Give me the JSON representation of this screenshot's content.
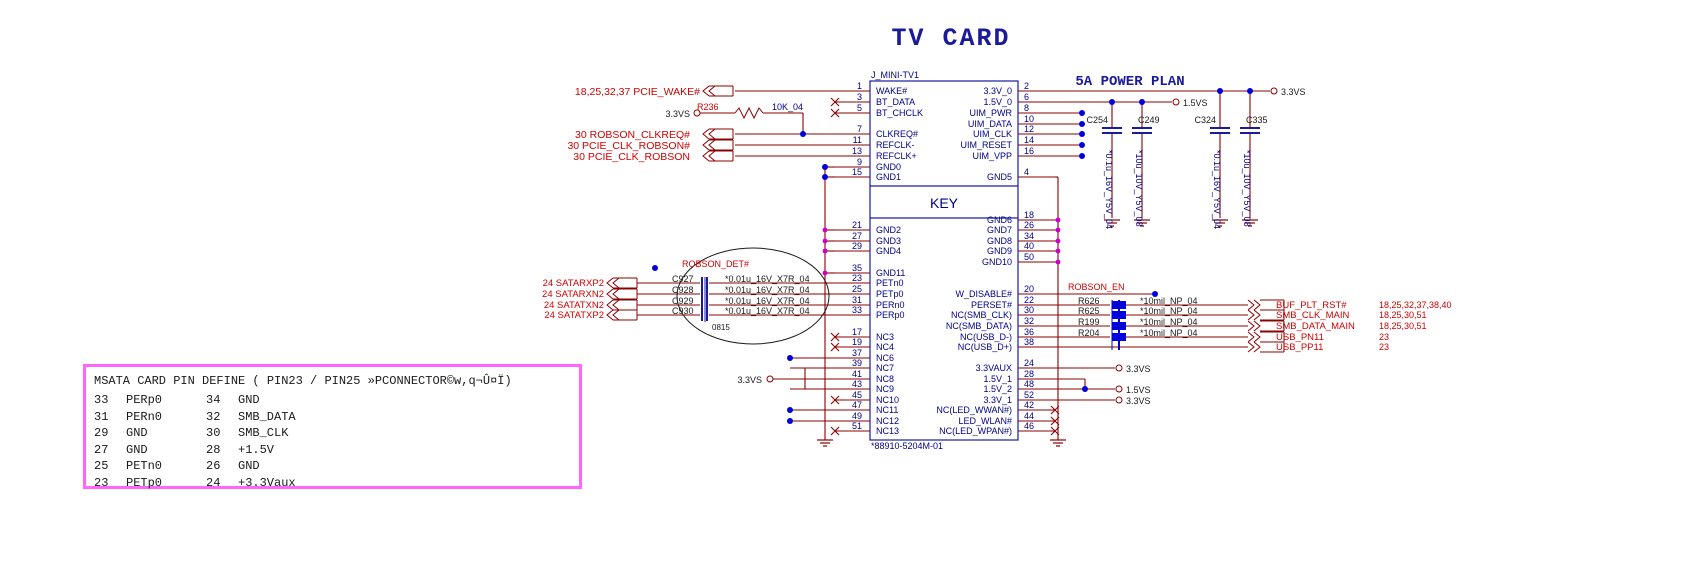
{
  "title": "TV CARD",
  "power_plan": "5A POWER PLAN",
  "connector": {
    "ref": "J_MINI-TV1",
    "part": "*88910-5204M-01",
    "key": "KEY",
    "left_pins": [
      {
        "num": "1",
        "name": "WAKE#"
      },
      {
        "num": "3",
        "name": "BT_DATA"
      },
      {
        "num": "5",
        "name": "BT_CHCLK"
      },
      {
        "num": "7",
        "name": "CLKREQ#"
      },
      {
        "num": "11",
        "name": "REFCLK-"
      },
      {
        "num": "13",
        "name": "REFCLK+"
      },
      {
        "num": "9",
        "name": "GND0"
      },
      {
        "num": "15",
        "name": "GND1"
      },
      {
        "num": "21",
        "name": "GND2"
      },
      {
        "num": "27",
        "name": "GND3"
      },
      {
        "num": "29",
        "name": "GND4"
      },
      {
        "num": "35",
        "name": "GND11"
      },
      {
        "num": "23",
        "name": "PETn0"
      },
      {
        "num": "25",
        "name": "PETp0"
      },
      {
        "num": "31",
        "name": "PERn0"
      },
      {
        "num": "33",
        "name": "PERp0"
      },
      {
        "num": "17",
        "name": "NC3"
      },
      {
        "num": "19",
        "name": "NC4"
      },
      {
        "num": "37",
        "name": "NC6"
      },
      {
        "num": "39",
        "name": "NC7"
      },
      {
        "num": "41",
        "name": "NC8"
      },
      {
        "num": "43",
        "name": "NC9"
      },
      {
        "num": "45",
        "name": "NC10"
      },
      {
        "num": "47",
        "name": "NC11"
      },
      {
        "num": "49",
        "name": "NC12"
      },
      {
        "num": "51",
        "name": "NC13"
      }
    ],
    "right_pins": [
      {
        "num": "2",
        "name": "3.3V_0"
      },
      {
        "num": "6",
        "name": "1.5V_0"
      },
      {
        "num": "8",
        "name": "UIM_PWR"
      },
      {
        "num": "10",
        "name": "UIM_DATA"
      },
      {
        "num": "12",
        "name": "UIM_CLK"
      },
      {
        "num": "14",
        "name": "UIM_RESET"
      },
      {
        "num": "16",
        "name": "UIM_VPP"
      },
      {
        "num": "4",
        "name": "GND5"
      },
      {
        "num": "18",
        "name": "GND6"
      },
      {
        "num": "26",
        "name": "GND7"
      },
      {
        "num": "34",
        "name": "GND8"
      },
      {
        "num": "40",
        "name": "GND9"
      },
      {
        "num": "50",
        "name": "GND10"
      },
      {
        "num": "20",
        "name": "W_DISABLE#"
      },
      {
        "num": "22",
        "name": "PERSET#"
      },
      {
        "num": "30",
        "name": "NC(SMB_CLK)"
      },
      {
        "num": "32",
        "name": "NC(SMB_DATA)"
      },
      {
        "num": "36",
        "name": "NC(USB_D-)"
      },
      {
        "num": "38",
        "name": "NC(USB_D+)"
      },
      {
        "num": "24",
        "name": "3.3VAUX"
      },
      {
        "num": "28",
        "name": "1.5V_1"
      },
      {
        "num": "48",
        "name": "1.5V_2"
      },
      {
        "num": "52",
        "name": "3.3V_1"
      },
      {
        "num": "42",
        "name": "NC(LED_WWAN#)"
      },
      {
        "num": "44",
        "name": "LED_WLAN#"
      },
      {
        "num": "46",
        "name": "NC(LED_WPAN#)"
      }
    ]
  },
  "left_nets": {
    "wake_refs": "18,25,32,37",
    "wake": "PCIE_WAKE#",
    "pullup_rail": "3.3VS",
    "r236": "R236",
    "r236_val": "10K_04",
    "clkreq_ref": "30",
    "clkreq": "ROBSON_CLKREQ#",
    "clkn_ref": "30",
    "clkn": "PCIE_CLK_ROBSON#",
    "clkp_ref": "30",
    "clkp": "PCIE_CLK_ROBSON"
  },
  "sata": {
    "group": "ROBSON_DET#",
    "note": "0815",
    "rows": [
      {
        "ref": "24",
        "net": "SATARXP2",
        "cap": "C927",
        "val": "*0.01u_16V_X7R_04"
      },
      {
        "ref": "24",
        "net": "SATARXN2",
        "cap": "C928",
        "val": "*0.01u_16V_X7R_04"
      },
      {
        "ref": "24",
        "net": "SATATXN2",
        "cap": "C929",
        "val": "*0.01u_16V_X7R_04"
      },
      {
        "ref": "24",
        "net": "SATATXP2",
        "cap": "C930",
        "val": "*0.01u_16V_X7R_04"
      }
    ]
  },
  "nc_rail": "3.3VS",
  "right_nets": {
    "robson_en": "ROBSON_EN",
    "rows": [
      {
        "res": "R626",
        "val": "*10mil_NP_04",
        "net": "BUF_PLT_RST#",
        "refs": "18,25,32,37,38,40"
      },
      {
        "res": "R625",
        "val": "*10mil_NP_04",
        "net": "SMB_CLK_MAIN",
        "refs": "18,25,30,51"
      },
      {
        "res": "R199",
        "val": "*10mil_NP_04",
        "net": "SMB_DATA_MAIN",
        "refs": "18,25,30,51"
      },
      {
        "res": "R204",
        "val": "*10mil_NP_04",
        "net": "USB_PN11",
        "refs": "23"
      },
      {
        "res": "",
        "val": "",
        "net": "USB_PP11",
        "refs": "23"
      }
    ],
    "rail_3v3_a": "3.3VS",
    "rail_1v5": "1.5VS",
    "rail_3v3_b": "3.3VS"
  },
  "power": {
    "rail_1v5": "1.5VS",
    "rail_3v3": "3.3VS",
    "caps": [
      {
        "ref": "C254",
        "val": "*0.1u_16V_Y5V_04"
      },
      {
        "ref": "C249",
        "val": "*10u_10V_Y5V_08"
      },
      {
        "ref": "C324",
        "val": "*0.1u_16V_Y5V_04"
      },
      {
        "ref": "C335",
        "val": "*10u_10V_Y5V_08"
      }
    ]
  },
  "pin_define": {
    "header": "MSATA CARD PIN DEFINE ( PIN23 / PIN25 »PCONNECTOR©w,q¬Û¤Ï)",
    "rows": [
      {
        "a": "33",
        "an": "PERp0",
        "b": "34",
        "bn": "GND"
      },
      {
        "a": "31",
        "an": "PERn0",
        "b": "32",
        "bn": "SMB_DATA"
      },
      {
        "a": "29",
        "an": "GND",
        "b": "30",
        "bn": "SMB_CLK"
      },
      {
        "a": "27",
        "an": "GND",
        "b": "28",
        "bn": "+1.5V"
      },
      {
        "a": "25",
        "an": "PETn0",
        "b": "26",
        "bn": "GND"
      },
      {
        "a": "23",
        "an": "PETp0",
        "b": "24",
        "bn": "+3.3Vaux"
      }
    ]
  },
  "colors": {
    "wire": "#8b0000",
    "signal_text": "#d40000",
    "body_text": "#00008b",
    "component": "#1a1aa0",
    "junction": "#0000dd",
    "title": "#1a1a9c",
    "no_connect": "#8b0000",
    "ground_link": "#cc00cc",
    "box_border": "#ff66ff"
  }
}
